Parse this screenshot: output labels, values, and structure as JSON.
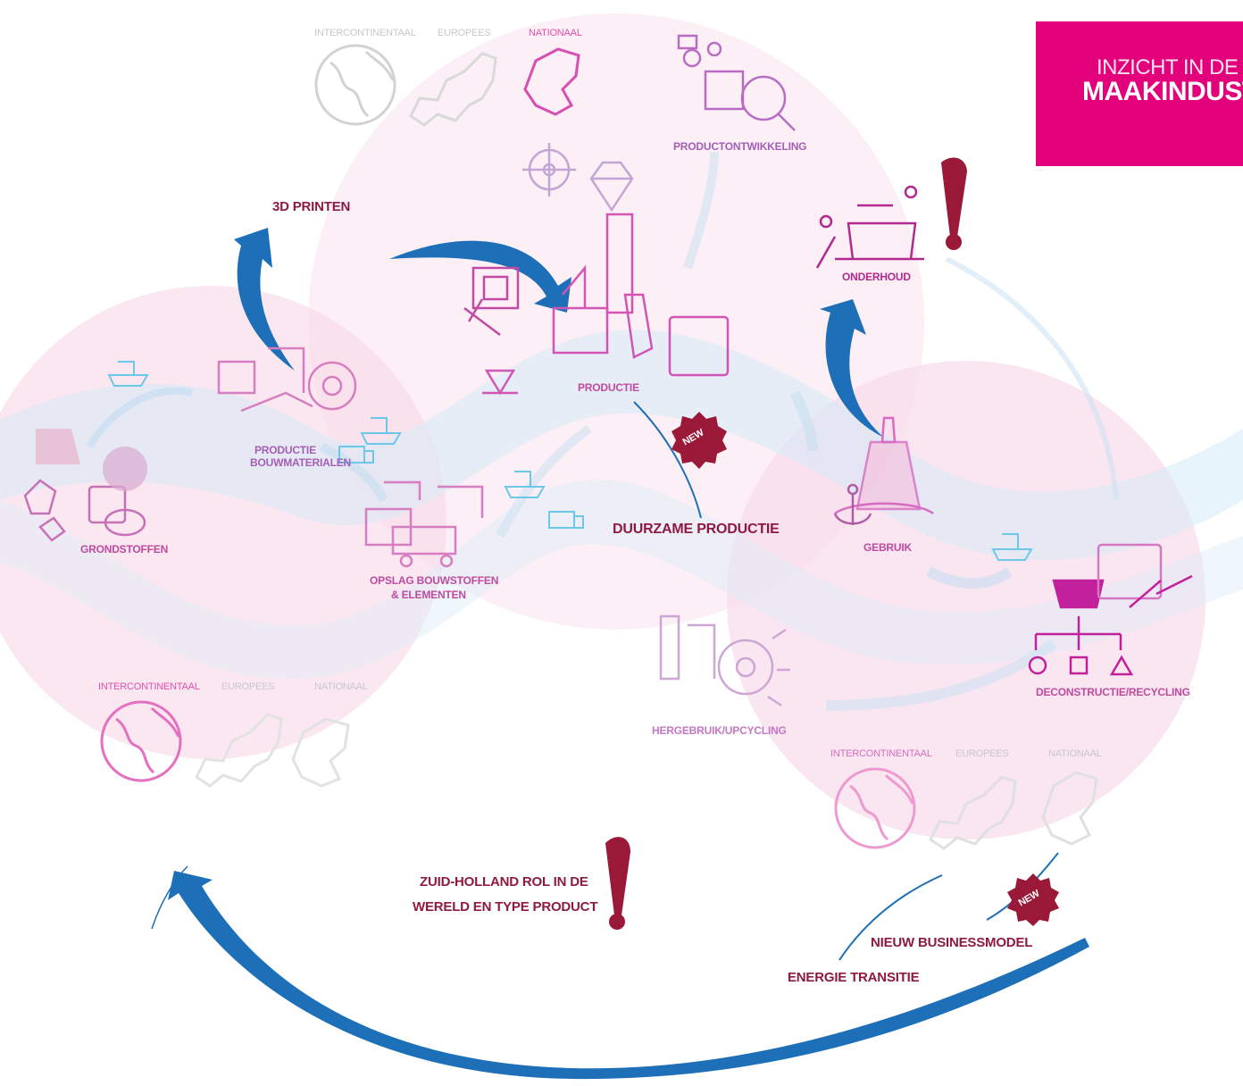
{
  "title": {
    "line1": "INZICHT IN DE KE",
    "line2": "MAAKINDUST"
  },
  "colors": {
    "magenta": "#e3007b",
    "arrow_blue": "#1d6fb8",
    "note_red": "#8e1a44",
    "node_pink": "#c04aa0",
    "ghost_pink": "#f3d3e6",
    "ghost_blue": "#d2e7f7"
  },
  "scopes": {
    "top": [
      "INTERCONTINENTAAL",
      "EUROPEES",
      "NATIONAAL"
    ],
    "left": [
      "INTERCONTINENTAAL",
      "EUROPEES",
      "NATIONAAL"
    ],
    "right": [
      "INTERCONTINENTAAL",
      "EUROPEES",
      "NATIONAAL"
    ]
  },
  "nodes": {
    "productontwikkeling": "PRODUCTONTWIKKELING",
    "onderhoud": "ONDERHOUD",
    "productie_bouw_1": "PRODUCTIE",
    "productie_bouw_2": "BOUWMATERIALEN",
    "productie": "PRODUCTIE",
    "grondstoffen": "GRONDSTOFFEN",
    "opslag_1": "OPSLAG BOUWSTOFFEN",
    "opslag_2": "& ELEMENTEN",
    "gebruik": "GEBRUIK",
    "deconstructie": "DECONSTRUCTIE/RECYCLING",
    "hergebruik": "HERGEBRUIK/UPCYCLING"
  },
  "notes": {
    "printen": "3D PRINTEN",
    "duurzame": "DUURZAME PRODUCTIE",
    "zuid_1": "ZUID-HOLLAND ROL IN DE",
    "zuid_2": "WERELD EN TYPE PRODUCT",
    "nieuw": "NIEUW BUSINESSMODEL",
    "energie": "ENERGIE TRANSITIE"
  },
  "badges": [
    "NEW",
    "NEW"
  ],
  "icons": [
    "globe-icon",
    "europe-map-icon",
    "netherlands-map-icon",
    "ship-icon",
    "truck-icon",
    "factory-icon",
    "crane-icon",
    "exclamation-icon",
    "gear-icon",
    "diamond-icon",
    "chip-icon",
    "bolt-icon",
    "saw-blade-icon",
    "rocks-icon",
    "anchor-icon",
    "helm-icon"
  ]
}
